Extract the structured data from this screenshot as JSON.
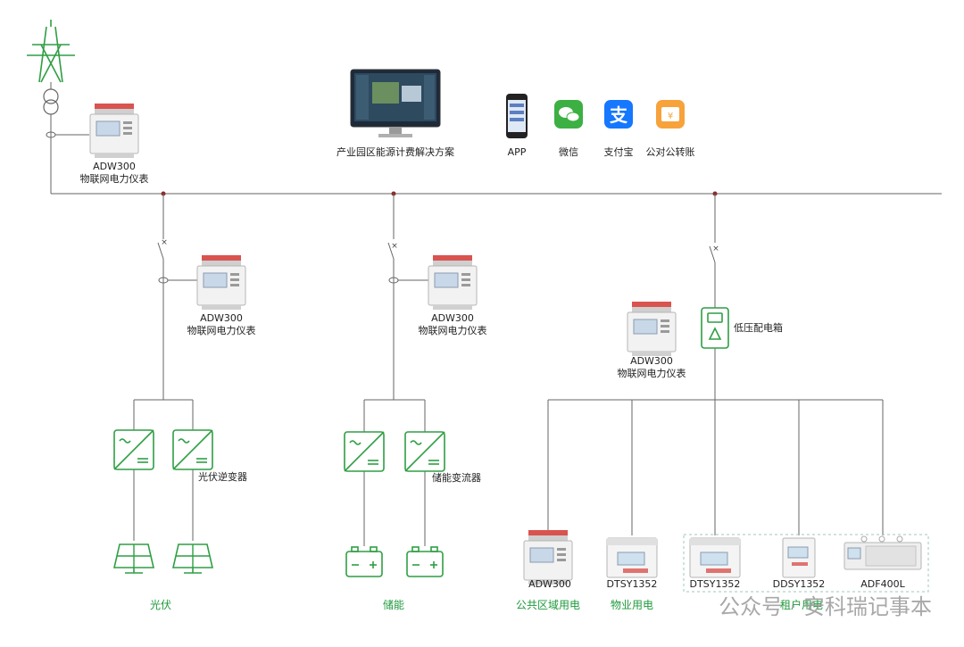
{
  "colors": {
    "line": "#666666",
    "green": "#2f9e44",
    "green_text": "#1f9a3c",
    "node": "#8b2a2a"
  },
  "top": {
    "main_meter_model": "ADW300",
    "main_meter_desc": "物联网电力仪表",
    "platform_label": "产业园区能源计费解决方案",
    "payments": [
      "APP",
      "微信",
      "支付宝",
      "公对公转账"
    ]
  },
  "branches": {
    "pv": {
      "meter_model": "ADW300",
      "meter_desc": "物联网电力仪表",
      "inverter_label": "光伏逆变器",
      "group_label": "光伏"
    },
    "storage": {
      "meter_model": "ADW300",
      "meter_desc": "物联网电力仪表",
      "pcs_label": "储能变流器",
      "group_label": "储能"
    },
    "load": {
      "meter_model": "ADW300",
      "meter_desc": "物联网电力仪表",
      "cabinet_label": "低压配电箱",
      "devices": [
        "ADW300",
        "DTSY1352",
        "DTSY1352",
        "DDSY1352",
        "ADF400L"
      ],
      "groups": [
        "公共区域用电",
        "物业用电",
        "租户用电"
      ]
    }
  },
  "watermark": "公众号 · 安科瑞记事本"
}
